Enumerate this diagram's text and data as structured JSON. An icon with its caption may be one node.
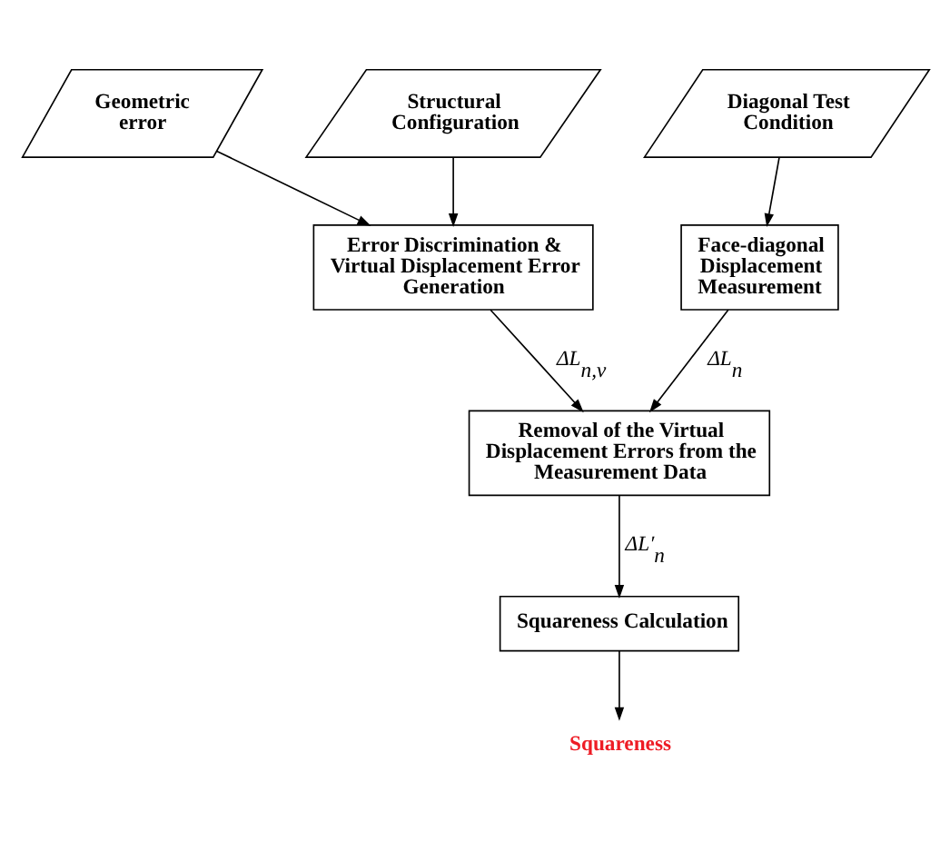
{
  "diagram": {
    "nodes": [
      {
        "text": [
          "Geometric error"
        ]
      },
      {
        "text": [
          "Structural Configuration"
        ]
      },
      {
        "text": [
          "Diagonal Test Condition"
        ]
      },
      {
        "text": [
          "Error Discrimination & Virtual Displacement Error Generation"
        ]
      },
      {
        "text": [
          "Face-diagonal Displacement Measurement"
        ]
      },
      {
        "text": [
          "Removal of the Virtual Displacement Errors from the Measurement Data"
        ]
      },
      {
        "text": [
          "Squareness Calculation"
        ]
      },
      {
        "text": [
          "Squareness"
        ]
      }
    ],
    "edges": [
      {
        "from": 0,
        "to": 3,
        "arrow": "to"
      },
      {
        "from": 1,
        "to": 3,
        "arrow": "to"
      },
      {
        "from": 2,
        "to": 4,
        "arrow": "to"
      },
      {
        "from": 3,
        "to": 5,
        "arrow": "to",
        "label": "ΔL$_{n,v}$"
      },
      {
        "from": 4,
        "to": 5,
        "arrow": "to",
        "label": "ΔL$_{n}$"
      },
      {
        "from": 5,
        "to": 6,
        "arrow": "to",
        "label": "ΔL′$_{n}$"
      },
      {
        "from": 6,
        "to": 7,
        "arrow": "to"
      }
    ]
  }
}
